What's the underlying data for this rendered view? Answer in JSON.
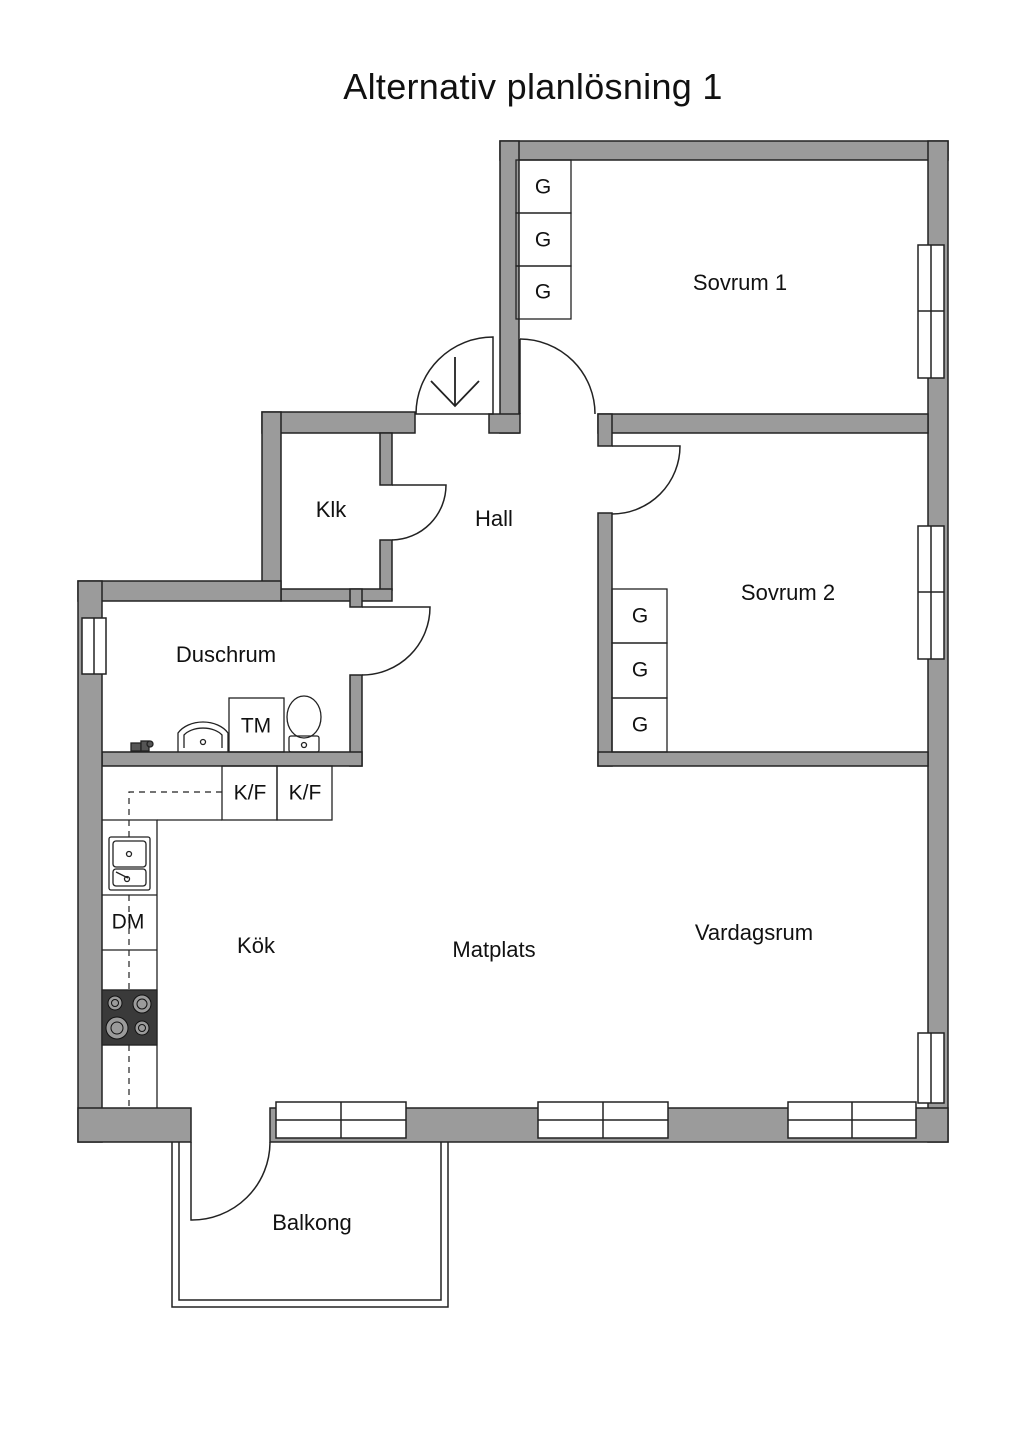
{
  "title": "Alternativ planlösning 1",
  "rooms": {
    "sovrum1": "Sovrum 1",
    "sovrum2": "Sovrum 2",
    "hall": "Hall",
    "klk": "Klk",
    "duschrum": "Duschrum",
    "kok": "Kök",
    "matplats": "Matplats",
    "vardagsrum": "Vardagsrum",
    "balkong": "Balkong"
  },
  "fixtures": {
    "garderob": "G",
    "tvattmaskin": "TM",
    "kyl_frys": "K/F",
    "diskmaskin": "DM"
  },
  "colors": {
    "wall": "#9b9b9b",
    "line": "#222222",
    "stove": "#3a3a3a"
  }
}
